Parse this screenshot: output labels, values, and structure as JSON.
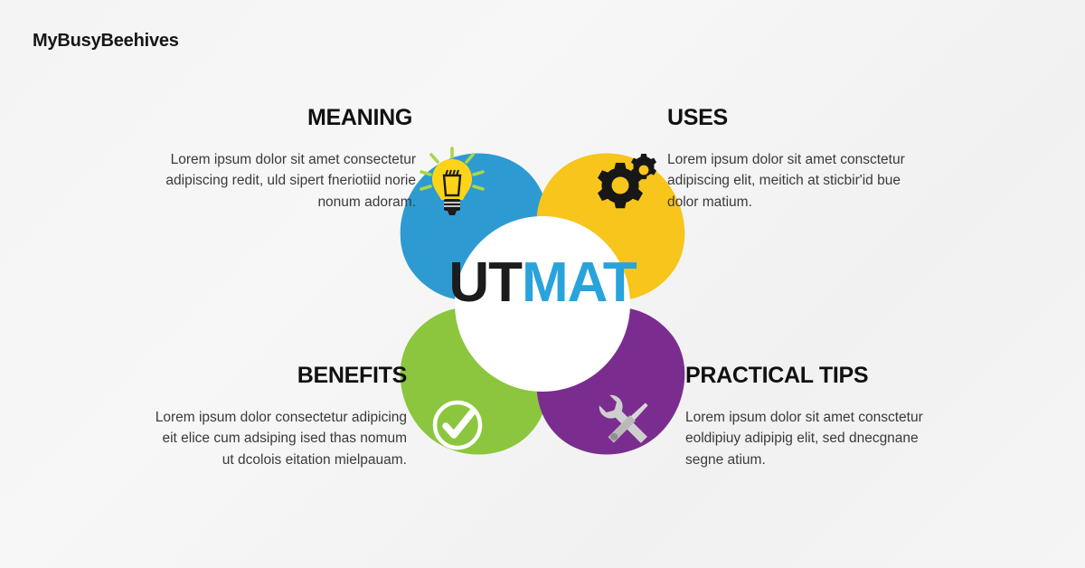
{
  "brand": {
    "name": "MyBusyBeehives"
  },
  "center": {
    "text_dark": "UT",
    "text_accent": "MAT"
  },
  "colors": {
    "blue": "#2d9bd1",
    "yellow": "#f7c51b",
    "green": "#8cc63e",
    "purple": "#7a2d8f",
    "accent_text": "#29a3dc",
    "dark_text": "#1c1c1c",
    "background": "#f4f4f4"
  },
  "sections": [
    {
      "id": "meaning",
      "title": "MEANING",
      "body": "Lorem ipsum dolor sit amet consectetur adipiscing redit, uld sipert fneriotiid norie nonum adoram.",
      "color": "#2d9bd1",
      "icon": "lightbulb-icon"
    },
    {
      "id": "uses",
      "title": "USES",
      "body": "Lorem ipsum dolor sit amet consctetur adipiscing elit, meitich at sticbir'id bue dolor matium.",
      "color": "#f7c51b",
      "icon": "gears-icon"
    },
    {
      "id": "benefits",
      "title": "BENEFITS",
      "body": "Lorem ipsum dolor consectetur adipicing eit elice cum adsiping ised thas nomum ut dcolois eitation mielpauam.",
      "color": "#8cc63e",
      "icon": "check-circle-icon"
    },
    {
      "id": "practical-tips",
      "title": "PRACTICAL TIPS",
      "body": "Lorem ipsum dolor sit amet consctetur eoldipiuy adipipig elit, sed dnecgnane segne atium.",
      "color": "#7a2d8f",
      "icon": "tools-icon"
    }
  ],
  "chart_data": {
    "type": "diagram",
    "layout": "four-petal-circular-infographic",
    "center_label": "UTMAT",
    "segments": [
      {
        "label": "MEANING",
        "color": "#2d9bd1",
        "position": "top-left",
        "icon": "lightbulb-icon"
      },
      {
        "label": "USES",
        "color": "#f7c51b",
        "position": "top-right",
        "icon": "gears-icon"
      },
      {
        "label": "BENEFITS",
        "color": "#8cc63e",
        "position": "bottom-left",
        "icon": "check-circle-icon"
      },
      {
        "label": "PRACTICAL TIPS",
        "color": "#7a2d8f",
        "position": "bottom-right",
        "icon": "tools-icon"
      }
    ]
  }
}
